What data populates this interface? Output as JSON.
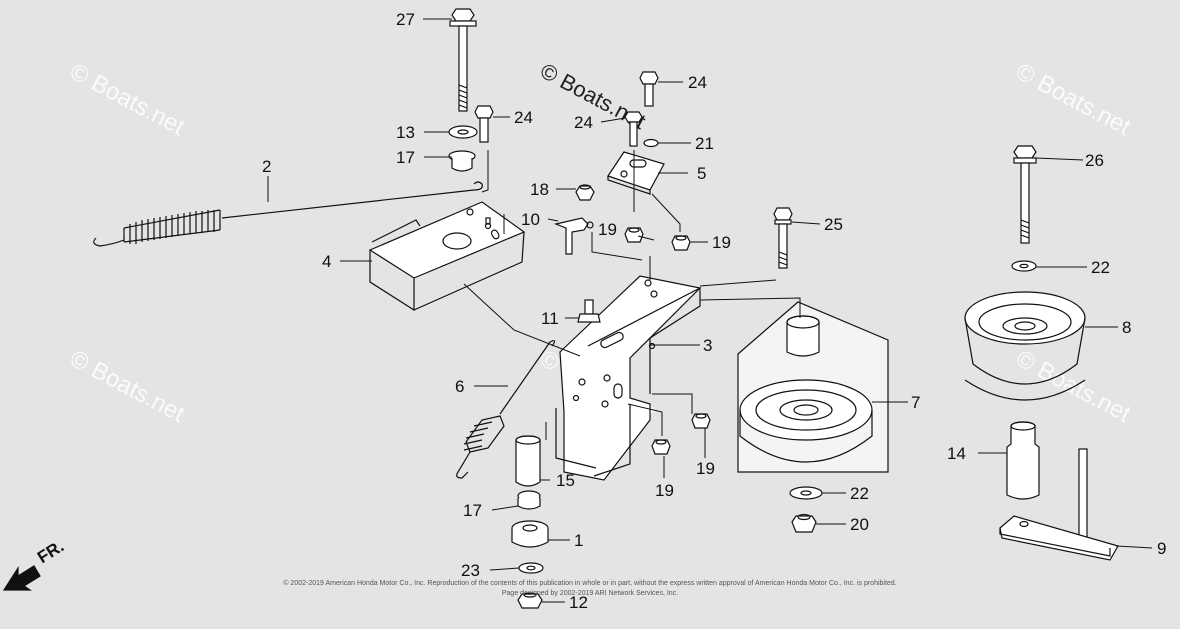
{
  "watermarks": [
    "© Boats.net",
    "© Boats.net",
    "© Boats.net",
    "© Boats.net",
    "© Boats.net",
    "© Boats.net"
  ],
  "copyright_line1": "© 2002-2019 American Honda Motor Co., Inc. Reproduction of the contents of this publication in whole or in part, without the express written approval of American Honda Motor Co., Inc. is prohibited.",
  "copyright_line2": "Page designed by 2002-2019 ARI Network Services, Inc.",
  "direction_label": "FR.",
  "callouts": [
    "27",
    "24",
    "24",
    "24",
    "13",
    "17",
    "2",
    "21",
    "5",
    "18",
    "10",
    "19",
    "19",
    "25",
    "4",
    "11",
    "3",
    "6",
    "15",
    "17",
    "1",
    "23",
    "12",
    "19",
    "19",
    "7",
    "22",
    "20",
    "26",
    "22",
    "8",
    "14",
    "9"
  ],
  "colors": {
    "background": "#e4e4e4",
    "line": "#111111"
  }
}
